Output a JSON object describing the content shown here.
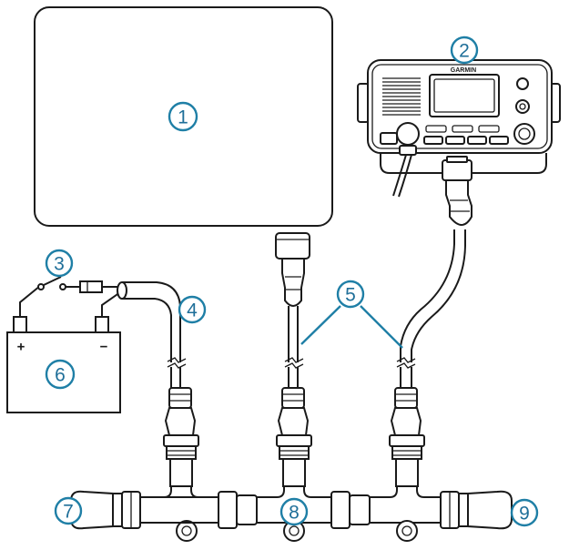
{
  "callouts": [
    {
      "id": "1",
      "label": "1"
    },
    {
      "id": "2",
      "label": "2"
    },
    {
      "id": "3",
      "label": "3"
    },
    {
      "id": "4",
      "label": "4"
    },
    {
      "id": "5",
      "label": "5"
    },
    {
      "id": "6",
      "label": "6"
    },
    {
      "id": "7",
      "label": "7"
    },
    {
      "id": "8",
      "label": "8"
    },
    {
      "id": "9",
      "label": "9"
    }
  ],
  "device": {
    "brand": "GARMIN"
  },
  "battery": {
    "positive": "+",
    "negative": "−"
  },
  "colors": {
    "callout": "#1f7fa6",
    "line": "#1a1a1a"
  }
}
